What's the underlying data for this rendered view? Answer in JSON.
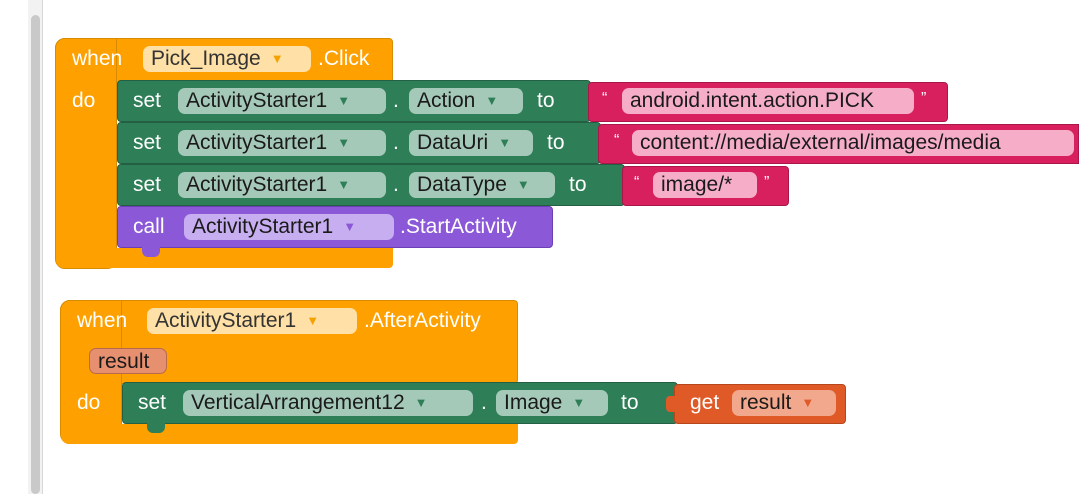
{
  "block1": {
    "when": "when",
    "component": "Pick_Image",
    "event": ".Click",
    "do": "do",
    "rows": [
      {
        "set": "set",
        "component": "ActivityStarter1",
        "dot": ".",
        "property": "Action",
        "to": "to",
        "quote_open": "“",
        "value": "android.intent.action.PICK",
        "quote_close": "”"
      },
      {
        "set": "set",
        "component": "ActivityStarter1",
        "dot": ".",
        "property": "DataUri",
        "to": "to",
        "quote_open": "“",
        "value": "content://media/external/images/media",
        "quote_close": "”"
      },
      {
        "set": "set",
        "component": "ActivityStarter1",
        "dot": ".",
        "property": "DataType",
        "to": "to",
        "quote_open": "“",
        "value": "image/*",
        "quote_close": "”"
      }
    ],
    "call": {
      "call": "call",
      "component": "ActivityStarter1",
      "method": ".StartActivity"
    }
  },
  "block2": {
    "when": "when",
    "component": "ActivityStarter1",
    "event": ".AfterActivity",
    "param": "result",
    "do": "do",
    "set": {
      "set": "set",
      "component": "VerticalArrangement12",
      "dot": ".",
      "property": "Image",
      "to": "to"
    },
    "get": {
      "get": "get",
      "variable": "result"
    }
  },
  "colors": {
    "event": "#fea000",
    "set": "#2e7e57",
    "call": "#8b58d8",
    "text": "#d9205f",
    "get": "#e05a28"
  },
  "icons": {
    "dropdown": "▼"
  }
}
